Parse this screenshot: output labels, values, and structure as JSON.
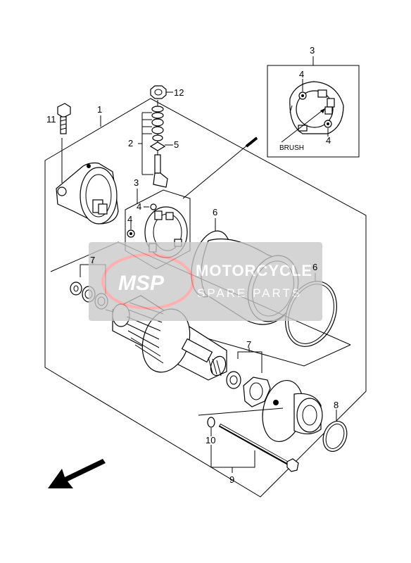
{
  "labels": {
    "p1": "1",
    "p2": "2",
    "p3_inset": "3",
    "p3_main": "3",
    "p4_inset_top": "4",
    "p4_inset_bottom": "4",
    "p4_main_top": "4",
    "p4_main_bottom": "4",
    "p5": "5",
    "p6_left": "6",
    "p6_right": "6",
    "p7_left": "7",
    "p7_right": "7",
    "p8": "8",
    "p9": "9",
    "p10": "10",
    "p11": "11",
    "p12": "12",
    "brush": "BRUSH"
  },
  "watermark": {
    "logo": "MSP",
    "line1": "MOTORCYCLE",
    "line2": "SPARE PARTS"
  },
  "colors": {
    "line": "#000000",
    "watermark_bg": "#c8c8c8",
    "watermark_logo": "#ff9a9a"
  }
}
